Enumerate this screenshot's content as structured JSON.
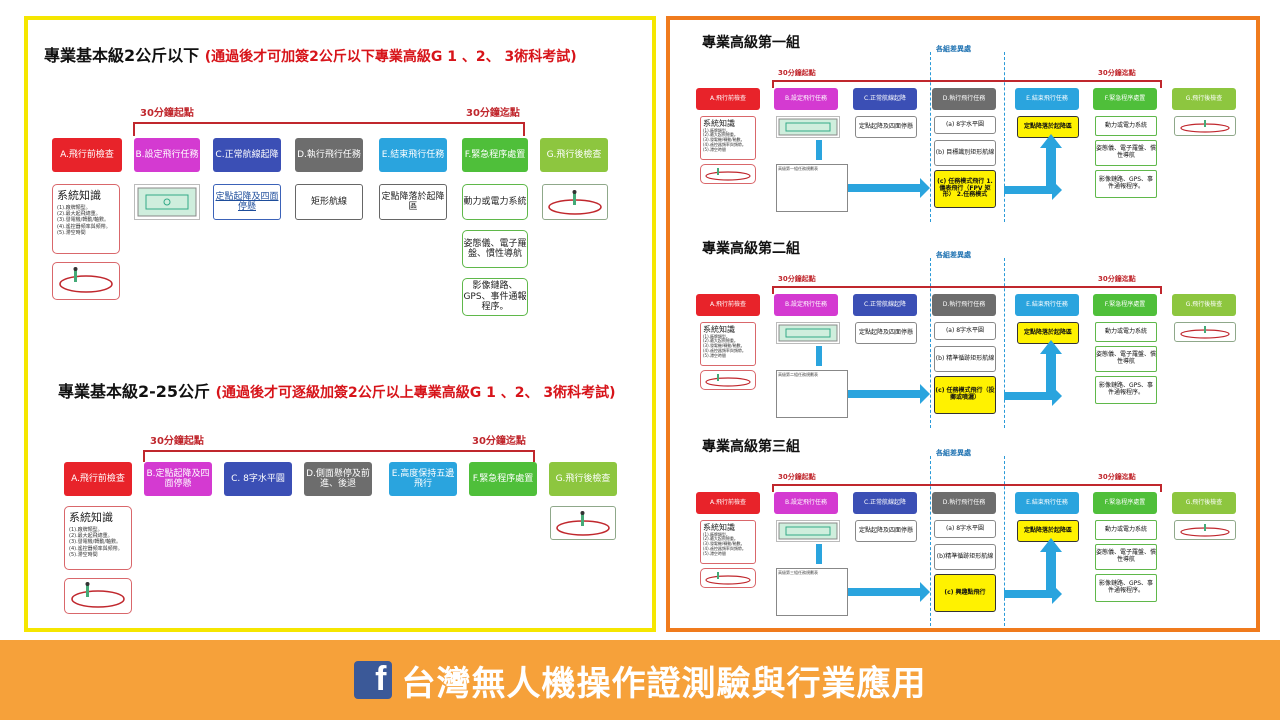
{
  "left": {
    "section1": {
      "title": "專業基本級2公斤以下",
      "note": "(通過後才可加簽2公斤以下專業高級G 1 、2、 3術科考試)",
      "start_label": "30分鐘起點",
      "end_label": "30分鐘迄點",
      "steps": [
        "A.飛行前檢查",
        "B.設定飛行任務",
        "C.正常航線起降",
        "D.執行飛行任務",
        "E.結束飛行任務",
        "F.緊急程序處置",
        "G.飛行後檢查"
      ],
      "knowledge_title": "系統知識",
      "knowledge_lines": [
        "(1).廠牌類型。",
        "(2).最大起飛總重。",
        "(3).發電機/轉動/軸數。",
        "(4).遙控器頻率與頻帶。",
        "(5).滯空時間"
      ],
      "c_sub": "定點起降及四面停懸",
      "d_sub": "矩形航線",
      "e_sub": "定點降落於起降區",
      "f_subs": [
        "動力或電力系統",
        "姿態儀、電子羅盤、慣性導航",
        "影像鏈路、GPS、事件通報程序。"
      ]
    },
    "section2": {
      "title": "專業基本級2-25公斤",
      "note": "(通過後才可逐級加簽2公斤以上專業高級G 1 、2、 3術科考試)",
      "start_label": "30分鐘起點",
      "end_label": "30分鐘迄點",
      "steps": [
        "A.飛行前檢查",
        "B.定點起降及四面停懸",
        "C. 8字水平圓",
        "D.側面懸停及前進、後退",
        "E.高度保持五邊飛行",
        "F.緊急程序處置",
        "G.飛行後檢查"
      ],
      "knowledge_title": "系統知識",
      "knowledge_lines": [
        "(1).廠牌類型。",
        "(2).最大起飛總重。",
        "(3).發電機/轉動/軸數。",
        "(4).遙控器頻率與頻帶。",
        "(5).滯空時間"
      ]
    }
  },
  "right": {
    "groups": [
      {
        "title": "專業高級第一組",
        "diff_label": "各組差異處",
        "start_label": "30分鐘起點",
        "end_label": "30分鐘迄點",
        "steps": [
          "A.飛行前檢查",
          "B.設定飛行任務",
          "C.正常航線起降",
          "D.執行飛行任務",
          "E.結束飛行任務",
          "F.緊急程序處置",
          "G.飛行後檢查"
        ],
        "c_sub": "定點起降及四面停懸",
        "d_subs": [
          "(a) 8字水平圓",
          "(b) 目標識別矩形航線",
          "(c) 任務模式飛行 1. 儀表飛行（FPV 矩形） 2.任務模式"
        ],
        "e_sub": "定點降落於起降區",
        "f_subs": [
          "動力或電力系統",
          "姿態儀、電子羅盤、慣性導航",
          "影像鏈路、GPS、事件通報程序。"
        ],
        "form_title": "高級第一組任務規劃表",
        "knowledge_title": "系統知識",
        "knowledge_lines": [
          "(1).廠牌類型。",
          "(2).最大起飛總重。",
          "(3).發電機/轉動/軸數。",
          "(4).遙控器頻率與頻帶。",
          "(5).滯空時間"
        ]
      },
      {
        "title": "專業高級第二組",
        "diff_label": "各組差異處",
        "start_label": "30分鐘起點",
        "end_label": "30分鐘迄點",
        "steps": [
          "A.飛行前檢查",
          "B.設定飛行任務",
          "C.正常航線起降",
          "D.執行飛行任務",
          "E.結束飛行任務",
          "F.緊急程序處置",
          "G.飛行後檢查"
        ],
        "c_sub": "定點起降及四面停懸",
        "d_subs": [
          "(a) 8字水平圓",
          "(b) 精準循跡矩形航線",
          "(c) 任務模式飛行（投擲或噴灑）"
        ],
        "e_sub": "定點降落於起降區",
        "f_subs": [
          "動力或電力系統",
          "姿態儀、電子羅盤、慣性導航",
          "影像鏈路、GPS、事件通報程序。"
        ],
        "form_title": "高級第二組任務規劃表",
        "knowledge_title": "系統知識",
        "knowledge_lines": [
          "(1).廠牌類型。",
          "(2).最大起飛總重。",
          "(3).發電機/轉動/軸數。",
          "(4).遙控器頻率與頻帶。",
          "(5).滯空時間"
        ]
      },
      {
        "title": "專業高級第三組",
        "diff_label": "各組差異處",
        "start_label": "30分鐘起點",
        "end_label": "30分鐘迄點",
        "steps": [
          "A.飛行前檢查",
          "B.設定飛行任務",
          "C.正常航線起降",
          "D.執行飛行任務",
          "E.結束飛行任務",
          "F.緊急程序處置",
          "G.飛行後檢查"
        ],
        "c_sub": "定點起降及四面停懸",
        "d_subs": [
          "(a) 8字水平圓",
          "(b)精準循跡矩形航線",
          "(c) 興趣點飛行"
        ],
        "e_sub": "定點降落於起降區",
        "f_subs": [
          "動力或電力系統",
          "姿態儀、電子羅盤、慣性導航",
          "影像鏈路、GPS、事件通報程序。"
        ],
        "form_title": "高級第三組任務規劃表",
        "knowledge_title": "系統知識",
        "knowledge_lines": [
          "(1).廠牌類型。",
          "(2).最大起飛總重。",
          "(3).發電機/轉動/軸數。",
          "(4).遙控器頻率與頻帶。",
          "(5).滯空時間"
        ]
      }
    ]
  },
  "footer": {
    "fb_icon_letter": "f",
    "title": "台灣無人機操作證測驗與行業應用"
  },
  "colors": {
    "A": "#e8232a",
    "B": "#d43ad1",
    "C": "#3b4fb5",
    "D": "#6d6d6d",
    "E": "#2aa4de",
    "F": "#4fbf3a",
    "G": "#8dc63f",
    "yellow_border": "#f5e600",
    "orange_border": "#f07b1d",
    "footer_bg": "#f6a13a"
  }
}
